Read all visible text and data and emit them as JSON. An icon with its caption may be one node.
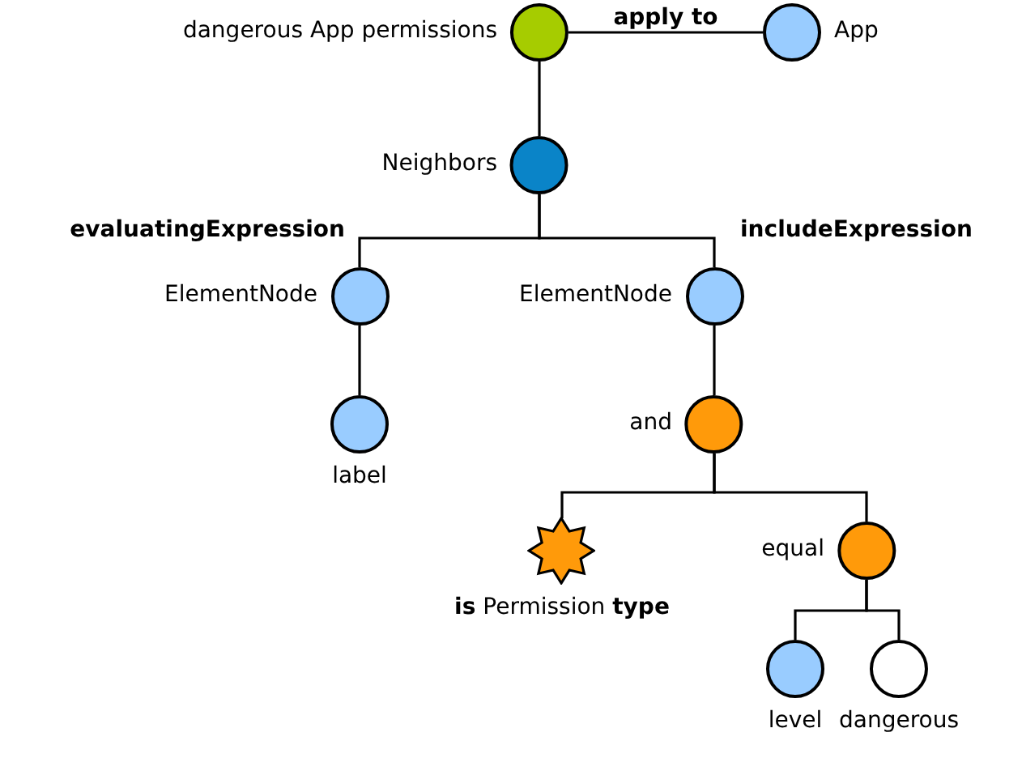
{
  "diagram": {
    "nodes": [
      {
        "text": [],
        "shape": "circle",
        "beside": [
          "dangerous App permissions"
        ]
      },
      {
        "text": [],
        "shape": "circle",
        "beside": [
          "App"
        ]
      },
      {
        "text": [],
        "shape": "circle",
        "beside": [
          "Neighbors"
        ]
      },
      {
        "text": [],
        "shape": "circle",
        "beside": [
          "ElementNode"
        ]
      },
      {
        "text": [],
        "shape": "circle",
        "beside": [
          "ElementNode"
        ]
      },
      {
        "text": [],
        "shape": "circle",
        "beside": [
          "label"
        ]
      },
      {
        "text": [],
        "shape": "circle",
        "beside": [
          "and"
        ]
      },
      {
        "text": [],
        "shape": "star",
        "beside": [
          "**is** Permission **type**"
        ]
      },
      {
        "text": [],
        "shape": "circle",
        "beside": [
          "equal"
        ]
      },
      {
        "text": [],
        "shape": "circle",
        "beside": [
          "level"
        ]
      },
      {
        "text": [],
        "shape": "circle",
        "beside": [
          "dangerous"
        ]
      }
    ],
    "edges": [
      {
        "from": 0,
        "to": 1,
        "arrow": "none",
        "label": "apply to"
      },
      {
        "from": 0,
        "to": 2,
        "arrow": "none"
      },
      {
        "from": 2,
        "to": 3,
        "arrow": "none",
        "label": "evaluatingExpression"
      },
      {
        "from": 2,
        "to": 4,
        "arrow": "none",
        "label": "includeExpression"
      },
      {
        "from": 3,
        "to": 5,
        "arrow": "none"
      },
      {
        "from": 4,
        "to": 6,
        "arrow": "none"
      },
      {
        "from": 6,
        "to": 7,
        "arrow": "none"
      },
      {
        "from": 6,
        "to": 8,
        "arrow": "none"
      },
      {
        "from": 8,
        "to": 9,
        "arrow": "none"
      },
      {
        "from": 8,
        "to": 10,
        "arrow": "none"
      }
    ]
  }
}
